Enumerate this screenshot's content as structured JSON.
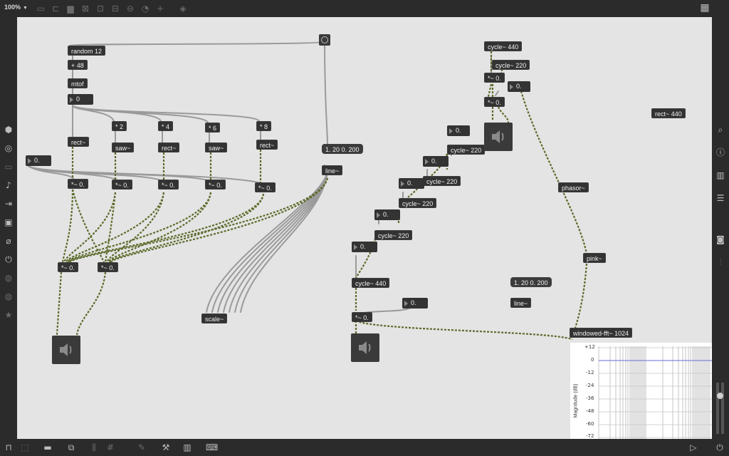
{
  "toolbar": {
    "zoom": "100%"
  },
  "canvas": {
    "random": "random 12",
    "plus": "+ 48",
    "mtof": "mtof",
    "num_mtof": "0",
    "num_left": "0.",
    "mul2": "* 2",
    "mul4": "* 4",
    "mul6": "* 6",
    "mul8": "* 8",
    "rect1": "rect~",
    "saw1": "saw~",
    "rect2": "rect~",
    "saw2": "saw~",
    "rect3": "rect~",
    "gain1": "*~ 0.",
    "gain2": "*~ 0.",
    "gain3": "*~ 0.",
    "gain4": "*~ 0.",
    "gain5": "*~ 0.",
    "mix1": "*~ 0.",
    "mix2": "*~ 0.",
    "msg_line": "1. 20 0. 200",
    "line1": "line~",
    "scale": "scale~",
    "cyc440_top": "cycle~ 440",
    "cyc220_top": "cycle~ 220",
    "gain_a": "*~ 0.",
    "gain_b": "*~ 0.",
    "num_a": "0.",
    "rect440": "rect~ 440",
    "num_s1": "0.",
    "cyc_s1": "cycle~ 220",
    "num_s2": "0.",
    "cyc_s2": "cycle~ 220",
    "num_s3": "0.",
    "cyc_s3": "cycle~ 220",
    "num_s4": "0.",
    "cyc_s4": "cycle~ 220",
    "num_s5": "0.",
    "cyc440_low": "cycle~ 440",
    "gain_low": "*~ 0.",
    "num_low": "0.",
    "phasor": "phasor~",
    "pink": "pink~",
    "msg_line2": "1. 20 0. 200",
    "line2": "line~",
    "fft": "windowed-fft~ 1024"
  },
  "spectroscope": {
    "ylabel": "Magnitude (dB)",
    "ticks": [
      "+12",
      "0",
      "-12",
      "-24",
      "-36",
      "-48",
      "-60",
      "-72"
    ]
  },
  "colors": {
    "canvas": "#e4e4e4",
    "chrome": "#2b2b2b",
    "object": "#333333",
    "signal_wire": "#c8d36a",
    "control_wire": "#9a9a9a"
  }
}
